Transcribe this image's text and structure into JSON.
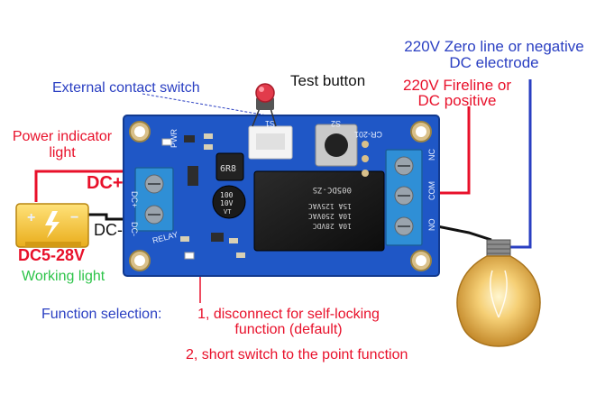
{
  "labels": {
    "external_switch": "External contact switch",
    "test_button": "Test button",
    "zero_line_1": "220V Zero line or negative",
    "zero_line_2": "DC electrode",
    "fireline_1": "220V Fireline or",
    "fireline_2": "DC positive",
    "power_indicator_1": "Power indicator",
    "power_indicator_2": "light",
    "dc_plus": "DC+",
    "dc_minus": "DC-",
    "dc_range": "DC5-28V",
    "working_light": "Working light",
    "function_selection": "Function selection:",
    "option_1_line1": "1, disconnect for self-locking",
    "option_1_line2": "function (default)",
    "option_2": "2, short switch to the point function"
  },
  "board_silk": {
    "pwr": "PWR",
    "dc_plus": "DC+",
    "dc_minus": "DC-",
    "relay": "RELAY",
    "s1": "S1",
    "s2": "S2",
    "model": "CR-201",
    "nc": "NC",
    "com": "COM",
    "no": "NO",
    "inductor": "6R8",
    "capacitor_1": "100",
    "capacitor_2": "10V",
    "capacitor_3": "VT"
  },
  "relay": {
    "line1": "10A 28VDC",
    "line2": "10A 250VAC",
    "line3": "15A 125VAC",
    "model": "005DC-ZS"
  },
  "colors": {
    "red_text": "#e8102a",
    "blue_text": "#2a3fc2",
    "green_text": "#2ec44a",
    "pcb": "#1f57c6",
    "terminal": "#2f8fd6",
    "battery": "#f2c230"
  }
}
